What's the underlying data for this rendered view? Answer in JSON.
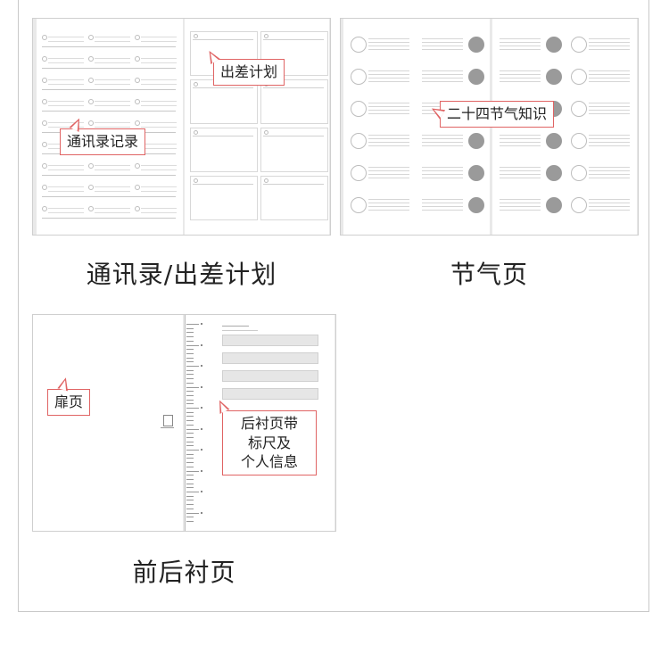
{
  "panels": {
    "contacts": {
      "caption": "通讯录/出差计划",
      "callout_contacts": "通讯录记录",
      "callout_trip": "出差计划"
    },
    "solar_terms": {
      "caption": "节气页",
      "callout": "二十四节气知识"
    },
    "endpapers": {
      "caption": "前后衬页",
      "callout_title": "扉页",
      "callout_back_lines": [
        "后衬页带",
        "标尺及",
        "个人信息"
      ]
    }
  },
  "colors": {
    "callout_border": "#e06464",
    "spread_bg": "#e9e9e9",
    "page_bg": "#ffffff",
    "frame_border": "#c9c9c9"
  }
}
